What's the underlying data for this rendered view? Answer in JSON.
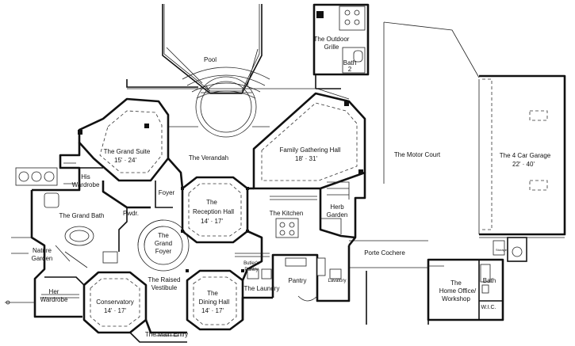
{
  "rooms": {
    "pool": "Pool",
    "outdoor_grille": [
      "The Outdoor",
      "Grille"
    ],
    "bath2": [
      "Bath",
      "2"
    ],
    "grand_suite": [
      "The Grand Suite",
      "15' · 24'"
    ],
    "verandah": "The Verandah",
    "family_hall": [
      "Family Gathering Hall",
      "18' · 31'"
    ],
    "motor_court": "The Motor Court",
    "garage": [
      "The 4 Car Garage",
      "22' · 40'"
    ],
    "his_wardrobe": [
      "His",
      "Wardrobe"
    ],
    "grand_bath": "The Grand Bath",
    "foyer": "Foyer",
    "pwdr": "Pwdr.",
    "reception_hall": [
      "The",
      "Reception Hall",
      "14' · 17'"
    ],
    "kitchen": "The Kitchen",
    "herb_garden": [
      "Herb",
      "Garden"
    ],
    "grand_foyer": [
      "The",
      "Grand",
      "Foyer"
    ],
    "nature_garden": [
      "Nature",
      "Garden"
    ],
    "butlers_pantry": [
      "Butler's",
      "Pantry"
    ],
    "porte_cochere": "Porte Cochere",
    "raised_vestibule": [
      "The Raised",
      "Vestibule"
    ],
    "her_wardrobe": [
      "Her",
      "Wardrobe"
    ],
    "conservatory": [
      "Conservatory",
      "14' · 17'"
    ],
    "dining_hall": [
      "The",
      "Dining Hall",
      "14' · 17'"
    ],
    "laundry": "The Laundry",
    "pantry": "Pantry",
    "lavatory": "Lavatory",
    "home_office": [
      "The",
      "Home Office/",
      "Workshop"
    ],
    "bath_office": "Bath",
    "wic": "W.I.C.",
    "main_entry": "The Main Entry",
    "storage": "Storage"
  }
}
